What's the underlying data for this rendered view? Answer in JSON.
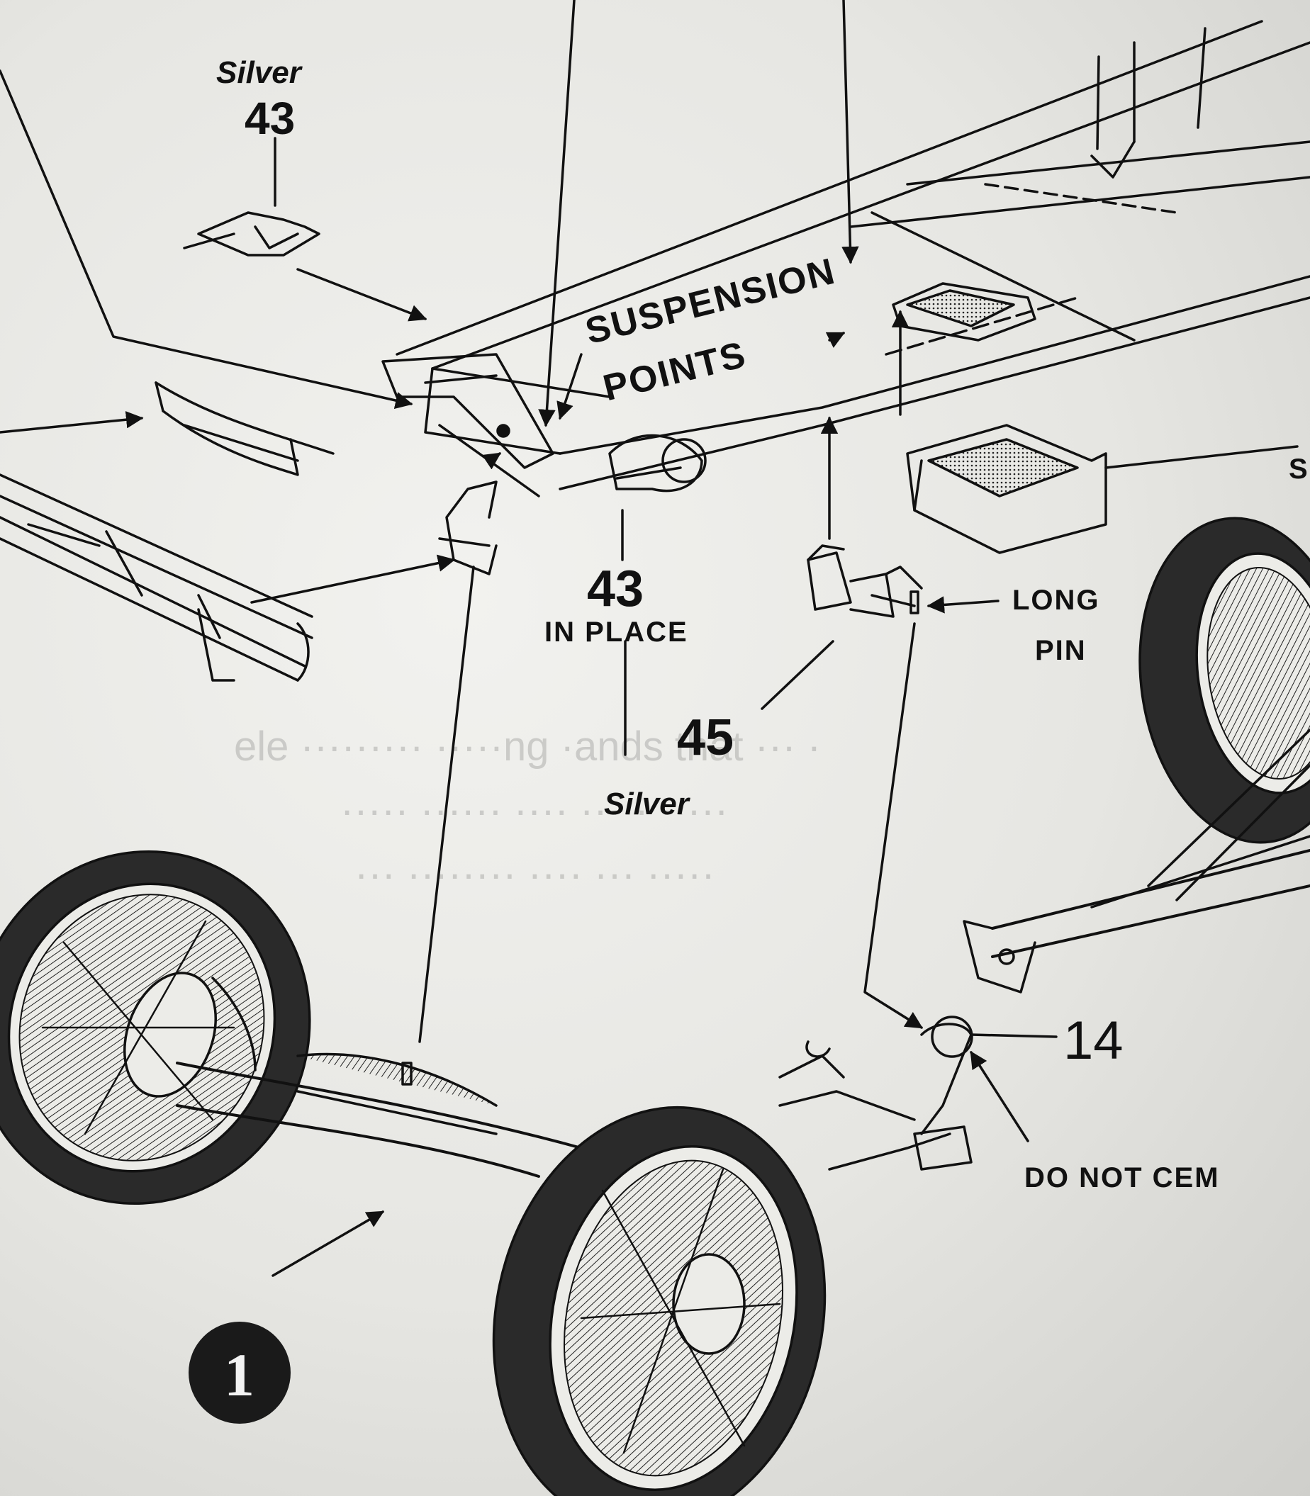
{
  "labels": {
    "silver_top": "Silver",
    "num_43_top": "43",
    "suspension": "SUSPENSION",
    "points": "POINTS",
    "num_43_mid": "43",
    "in_place": "IN PLACE",
    "num_45": "45",
    "silver_mid": "Silver",
    "long": "LONG",
    "pin": "PIN",
    "num_14": "14",
    "do_not_cem": "DO NOT CEM",
    "callout_1": "1",
    "edge_s": "S"
  },
  "colors": {
    "ink": "#111111",
    "paper": "#ecece8",
    "shade": "#9a9a96"
  }
}
